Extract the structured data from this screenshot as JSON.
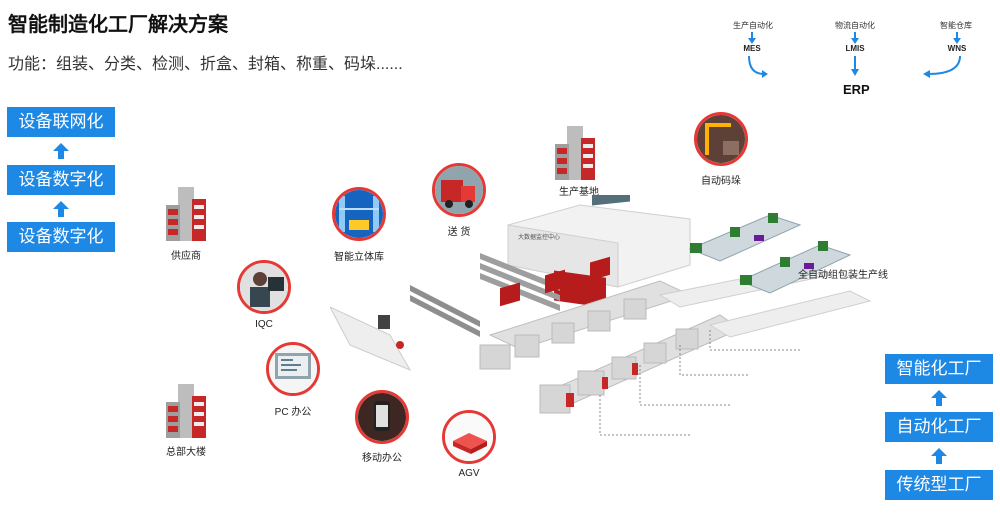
{
  "header": {
    "title": "智能制造化工厂解决方案",
    "subtitle": "功能：组装、分类、检测、折盒、封箱、称重、码垛......"
  },
  "left_stack": [
    "设备联网化",
    "设备数字化",
    "设备数字化"
  ],
  "right_stack": [
    "智能化工厂",
    "自动化工厂",
    "传统型工厂"
  ],
  "flow": {
    "items": [
      {
        "label": "生产自动化",
        "code": "MES"
      },
      {
        "label": "物流自动化",
        "code": "LMIS"
      },
      {
        "label": "智能仓库",
        "code": "WNS"
      }
    ],
    "target": "ERP"
  },
  "nodes": {
    "supplier": "供应商",
    "headquarters": "总部大楼",
    "production_base": "生产基地",
    "iqc": "IQC",
    "pc_office": "PC 办公",
    "mobile_office": "移动办公",
    "agv": "AGV",
    "warehouse": "智能立体库",
    "delivery": "送 货",
    "palletizing": "自动码垛",
    "assembly_line": "全自动组包装生产线",
    "screen_text": "大数据监控中心"
  },
  "colors": {
    "accent_blue": "#1e88e5",
    "bubble_red": "#e53935",
    "building_red": "#c62828",
    "machine_red": "#b71c1c",
    "line_green": "#2e7d32"
  }
}
